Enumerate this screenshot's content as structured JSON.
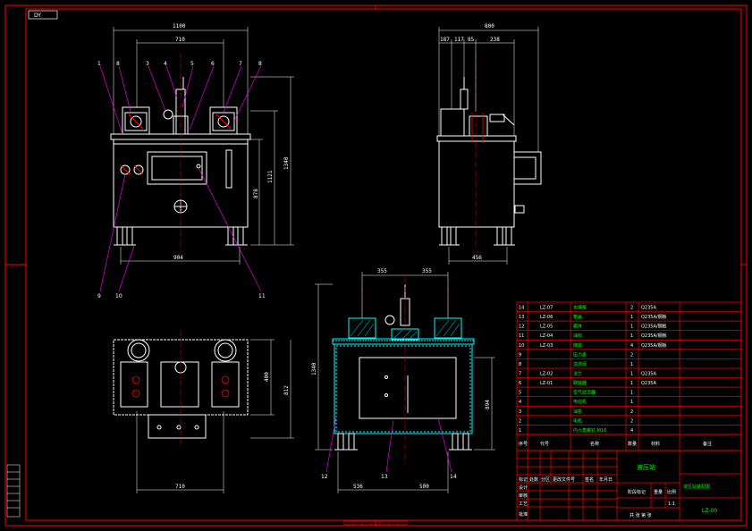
{
  "sheet_tag": "DY",
  "front_view": {
    "dim_overall_width": "1100",
    "dim_inner_width": "710",
    "dim_height_total": "1340",
    "dim_height_1": "1121",
    "dim_height_2": "878",
    "dim_base_width": "904",
    "balloons_top": [
      "1",
      "8",
      "3",
      "4",
      "5",
      "6",
      "7",
      "8"
    ],
    "balloons_bottom": [
      "9",
      "10",
      "11"
    ]
  },
  "side_view": {
    "dim_overall": "800",
    "dim_a": "187",
    "dim_b": "117",
    "dim_c": "85",
    "dim_d": "238",
    "dim_base": "456"
  },
  "section_view": {
    "dim_left": "355",
    "dim_right": "355",
    "dim_height": "1340",
    "dim_inner_height": "894",
    "dim_bottom_a": "536",
    "dim_bottom_b": "500",
    "balloons": [
      "12",
      "13",
      "14"
    ]
  },
  "top_view": {
    "dim_depth": "400",
    "dim_depth_total": "812",
    "dim_width": "710"
  },
  "parts_list": {
    "rows": [
      {
        "no": "14",
        "code": "LZ-07",
        "name": "支撑板",
        "qty": "2",
        "mat": "Q235A"
      },
      {
        "no": "13",
        "code": "LZ-06",
        "name": "箱盖",
        "qty": "1",
        "mat": "Q235A/钢板"
      },
      {
        "no": "12",
        "code": "LZ-05",
        "name": "箱体",
        "qty": "1",
        "mat": "Q235A/钢板"
      },
      {
        "no": "11",
        "code": "LZ-04",
        "name": "油标",
        "qty": "1",
        "mat": "Q235A/钢板"
      },
      {
        "no": "10",
        "code": "LZ-03",
        "name": "底座",
        "qty": "4",
        "mat": "Q235A/钢板"
      },
      {
        "no": "9",
        "code": "",
        "name": "压力表",
        "qty": "2",
        "mat": ""
      },
      {
        "no": "8",
        "code": "",
        "name": "溢流阀",
        "qty": "1",
        "mat": ""
      },
      {
        "no": "7",
        "code": "LZ-02",
        "name": "法兰",
        "qty": "1",
        "mat": "Q235A"
      },
      {
        "no": "6",
        "code": "LZ-01",
        "name": "联轴器",
        "qty": "1",
        "mat": "Q235A"
      },
      {
        "no": "5",
        "code": "",
        "name": "空气滤清器",
        "qty": "1",
        "mat": ""
      },
      {
        "no": "4",
        "code": "",
        "name": "电动机",
        "qty": "1",
        "mat": ""
      },
      {
        "no": "3",
        "code": "",
        "name": "油泵",
        "qty": "2",
        "mat": ""
      },
      {
        "no": "2",
        "code": "",
        "name": "电机",
        "qty": "2",
        "mat": ""
      },
      {
        "no": "1",
        "code": "",
        "name": "内六角螺钉 M16",
        "qty": "4",
        "mat": ""
      }
    ],
    "header": {
      "no": "序号",
      "code": "代号",
      "name": "名称",
      "qty": "数量",
      "mat": "材料",
      "note": "备注"
    }
  },
  "title_block": {
    "drawing_name": "液压站",
    "company": "液压站装配图",
    "drawing_code": "LZ-00",
    "scale": "1:1",
    "sheet_label": "共 张 第 张",
    "sign_labels": [
      "设计",
      "审核",
      "工艺",
      "批准"
    ],
    "cols": [
      "标记",
      "处数",
      "分区",
      "更改文件号",
      "签名",
      "年月日"
    ],
    "stage_labels": [
      "阶段标记",
      "重量",
      "比例"
    ]
  },
  "colors": {
    "frame": "#ff0000",
    "outline": "#ffffff",
    "leader": "#ff00ff",
    "hatch": "#00ffff",
    "table_text": "#00ff00",
    "background": "#000000"
  }
}
